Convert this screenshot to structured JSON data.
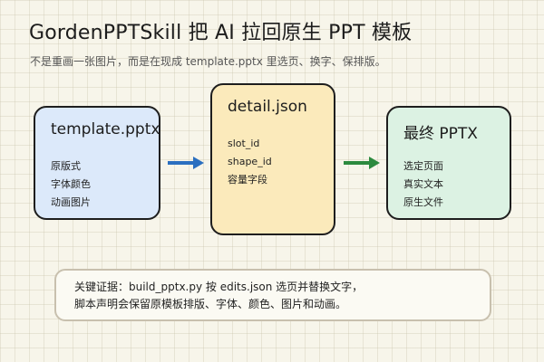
{
  "header": {
    "title": "GordenPPTSkill 把 AI 拉回原生 PPT 模板",
    "subtitle": "不是重画一张图片，而是在现成 template.pptx 里选页、换字、保排版。"
  },
  "cards": [
    {
      "title": "template.pptx",
      "items": [
        "原版式",
        "字体颜色",
        "动画图片"
      ],
      "fill": "#dce9fa"
    },
    {
      "title": "detail.json",
      "items": [
        "slot_id",
        "shape_id",
        "容量字段"
      ],
      "fill": "#fbeabb"
    },
    {
      "title": "最终 PPTX",
      "items": [
        "选定页面",
        "真实文本",
        "原生文件"
      ],
      "fill": "#dcf2e3"
    }
  ],
  "arrows": [
    {
      "from": "template.pptx",
      "to": "detail.json",
      "color": "#2a6fc0"
    },
    {
      "from": "detail.json",
      "to": "最终 PPTX",
      "color": "#2c8a3e"
    }
  ],
  "note": {
    "line1": "关键证据：build_pptx.py 按 edits.json 选页并替换文字，",
    "line2": "脚本声明会保留原模板排版、字体、颜色、图片和动画。"
  }
}
